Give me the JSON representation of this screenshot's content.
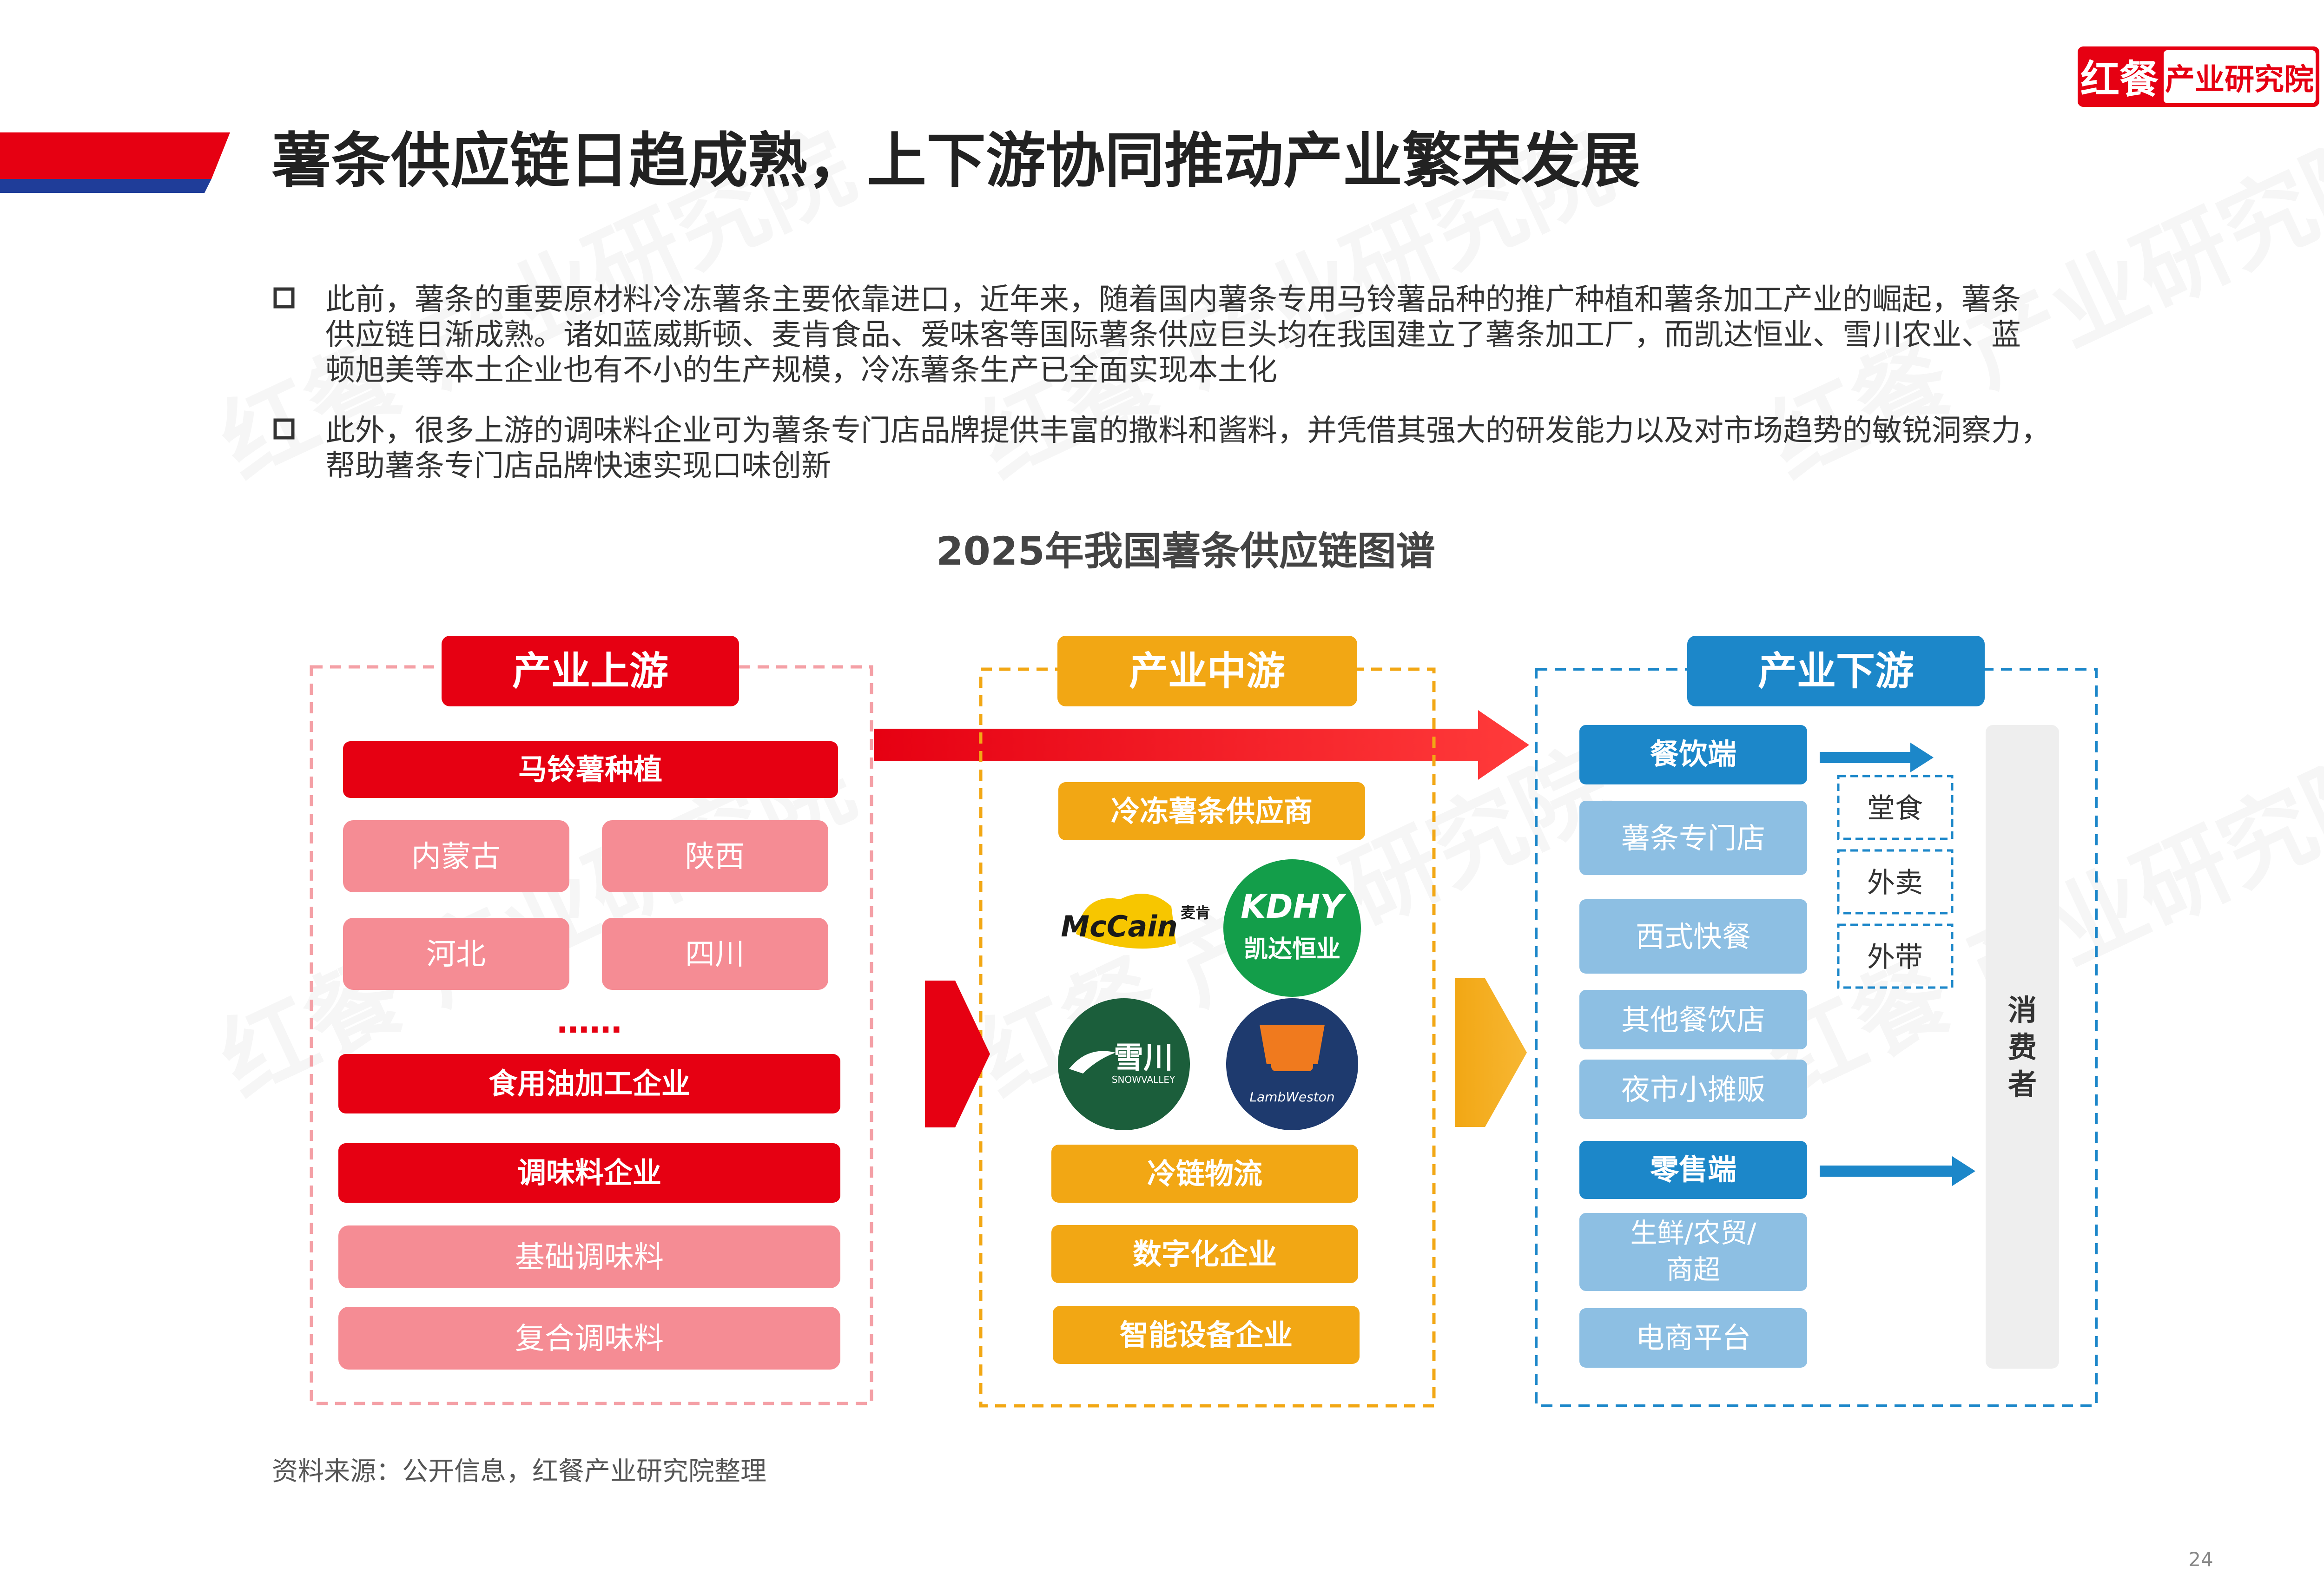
{
  "header": {
    "title": "薯条供应链日趋成熟，上下游协同推动产业繁荣发展",
    "logo_mark": "红餐",
    "logo_text": "产业研究院",
    "accent_red": "#E60012",
    "accent_blue": "#1F3D99"
  },
  "bullets": [
    {
      "lines": [
        "此前，薯条的重要原材料冷冻薯条主要依靠进口，近年来，随着国内薯条专用马铃薯品种的推广种植和薯条加工产业的崛起，薯条",
        "供应链日渐成熟。诸如蓝威斯顿、麦肯食品、爱味客等国际薯条供应巨头均在我国建立了薯条加工厂，而凯达恒业、雪川农业、蓝",
        "顿旭美等本土企业也有不小的生产规模，冷冻薯条生产已全面实现本土化"
      ]
    },
    {
      "lines": [
        "此外，很多上游的调味料企业可为薯条专门店品牌提供丰富的撒料和酱料，并凭借其强大的研发能力以及对市场趋势的敏锐洞察力，",
        "帮助薯条专门店品牌快速实现口味创新"
      ]
    }
  ],
  "diagram": {
    "title": "2025年我国薯条供应链图谱",
    "upstream": {
      "header": "产业上游",
      "potato": "马铃薯种植",
      "regions": [
        "内蒙古",
        "陕西",
        "河北",
        "四川"
      ],
      "ellipsis": "……",
      "oil": "食用油加工企业",
      "seasoning": "调味料企业",
      "seasoning_types": [
        "基础调味料",
        "复合调味料"
      ],
      "color": "#E60012",
      "light_color": "#F58C94"
    },
    "midstream": {
      "header": "产业中游",
      "frozen": "冷冻薯条供应商",
      "logos": [
        {
          "name": "mccain-logo",
          "text": "McCain",
          "sub": "麦肯"
        },
        {
          "name": "kaida-logo",
          "text": "KDHY",
          "sub": "凯达恒业"
        },
        {
          "name": "snowvalley-logo",
          "text": "雪川",
          "sub": "SNOWVALLEY"
        },
        {
          "name": "lambweston-logo",
          "text": "LambWeston",
          "sub": ""
        }
      ],
      "items": [
        "冷链物流",
        "数字化企业",
        "智能设备企业"
      ],
      "color": "#F2A714"
    },
    "downstream": {
      "header": "产业下游",
      "catering": "餐饮端",
      "catering_items": [
        "薯条专门店",
        "西式快餐",
        "其他餐饮店",
        "夜市小摊贩"
      ],
      "dining_modes": [
        "堂食",
        "外卖",
        "外带"
      ],
      "retail": "零售端",
      "retail_items": [
        "生鲜/农贸/商超",
        "电商平台"
      ],
      "consumer": "消费者",
      "color": "#1C87C9",
      "light_color": "#8DBFE3"
    }
  },
  "footer": {
    "source": "资料来源：公开信息，红餐产业研究院整理",
    "page": "24"
  }
}
